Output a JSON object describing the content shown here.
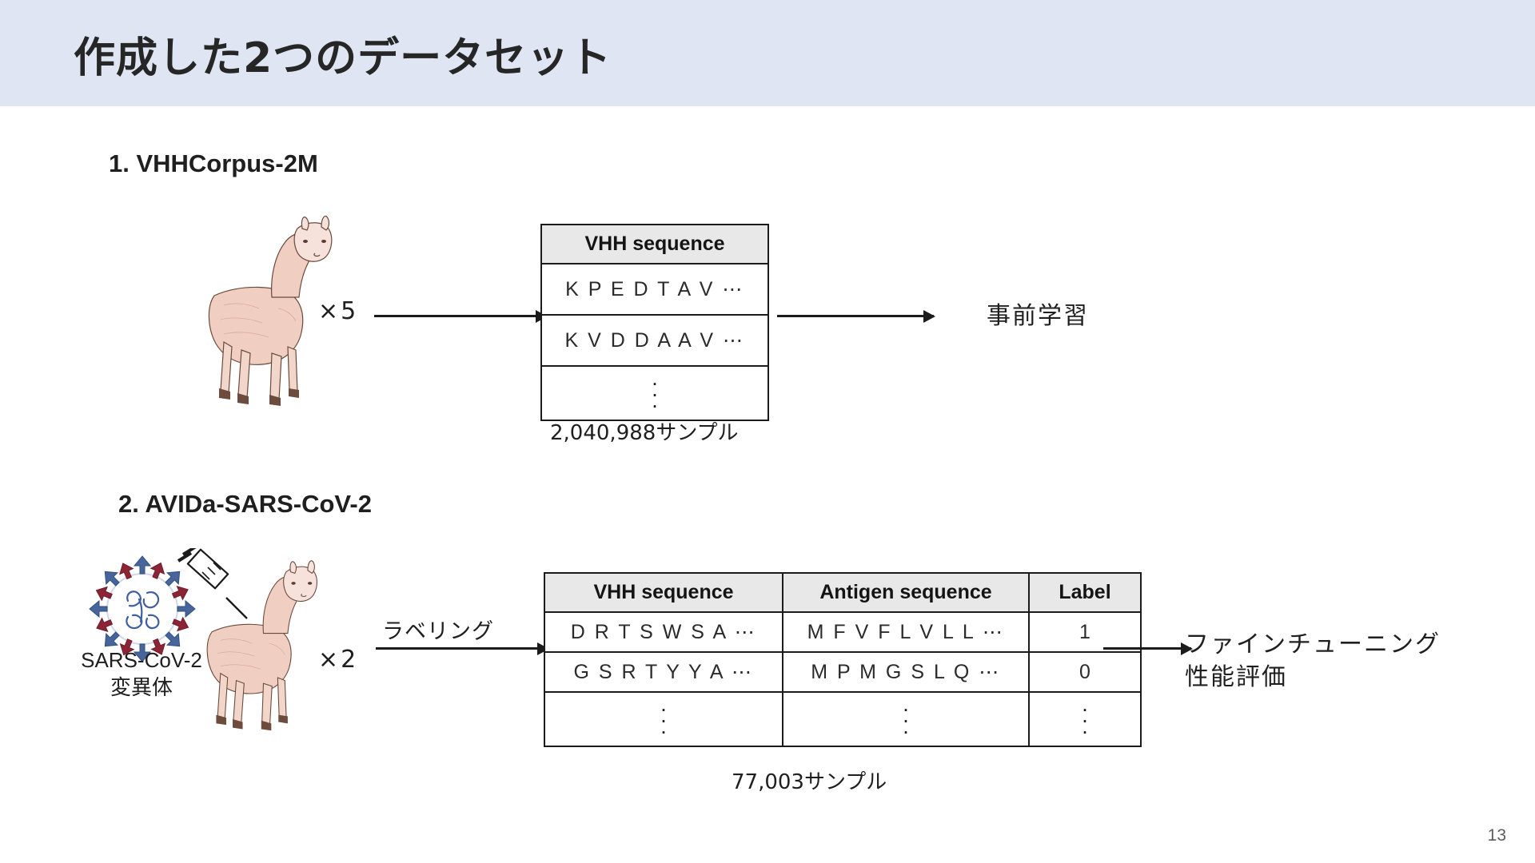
{
  "slide": {
    "title": "作成した2つのデータセット",
    "page_number": "13",
    "header_color": "#dfe5f3",
    "accent_text_color": "#1f1f1f"
  },
  "section1": {
    "heading": "1. VHHCorpus-2M",
    "multiplier": "×5",
    "output_label": "事前学習",
    "caption": "2,040,988サンプル",
    "table": {
      "headers": [
        "VHH sequence"
      ],
      "rows": [
        [
          "K P E D T A V ⋯"
        ],
        [
          "K V D D A A V ⋯"
        ],
        [
          "⋮"
        ]
      ]
    },
    "illustration": "alpaca-illustration"
  },
  "section2": {
    "heading": "2. AVIDa-SARS-CoV-2",
    "multiplier": "×2",
    "arrow_label": "ラベリング",
    "virus_caption_line1": "SARS-CoV-2",
    "virus_caption_line2": "変異体",
    "output_label_line1": "ファインチューニング",
    "output_label_line2": "性能評価",
    "caption": "77,003サンプル",
    "table": {
      "headers": [
        "VHH sequence",
        "Antigen sequence",
        "Label"
      ],
      "rows": [
        [
          "D R T S W S A ⋯",
          "M F V F L V L L ⋯",
          "1"
        ],
        [
          "G S R T Y Y A ⋯",
          "M P M G S L Q ⋯",
          "0"
        ],
        [
          "⋮",
          "⋮",
          "⋮"
        ]
      ]
    },
    "illustrations": [
      "virus-illustration",
      "syringe-icon",
      "alpaca-illustration"
    ]
  }
}
